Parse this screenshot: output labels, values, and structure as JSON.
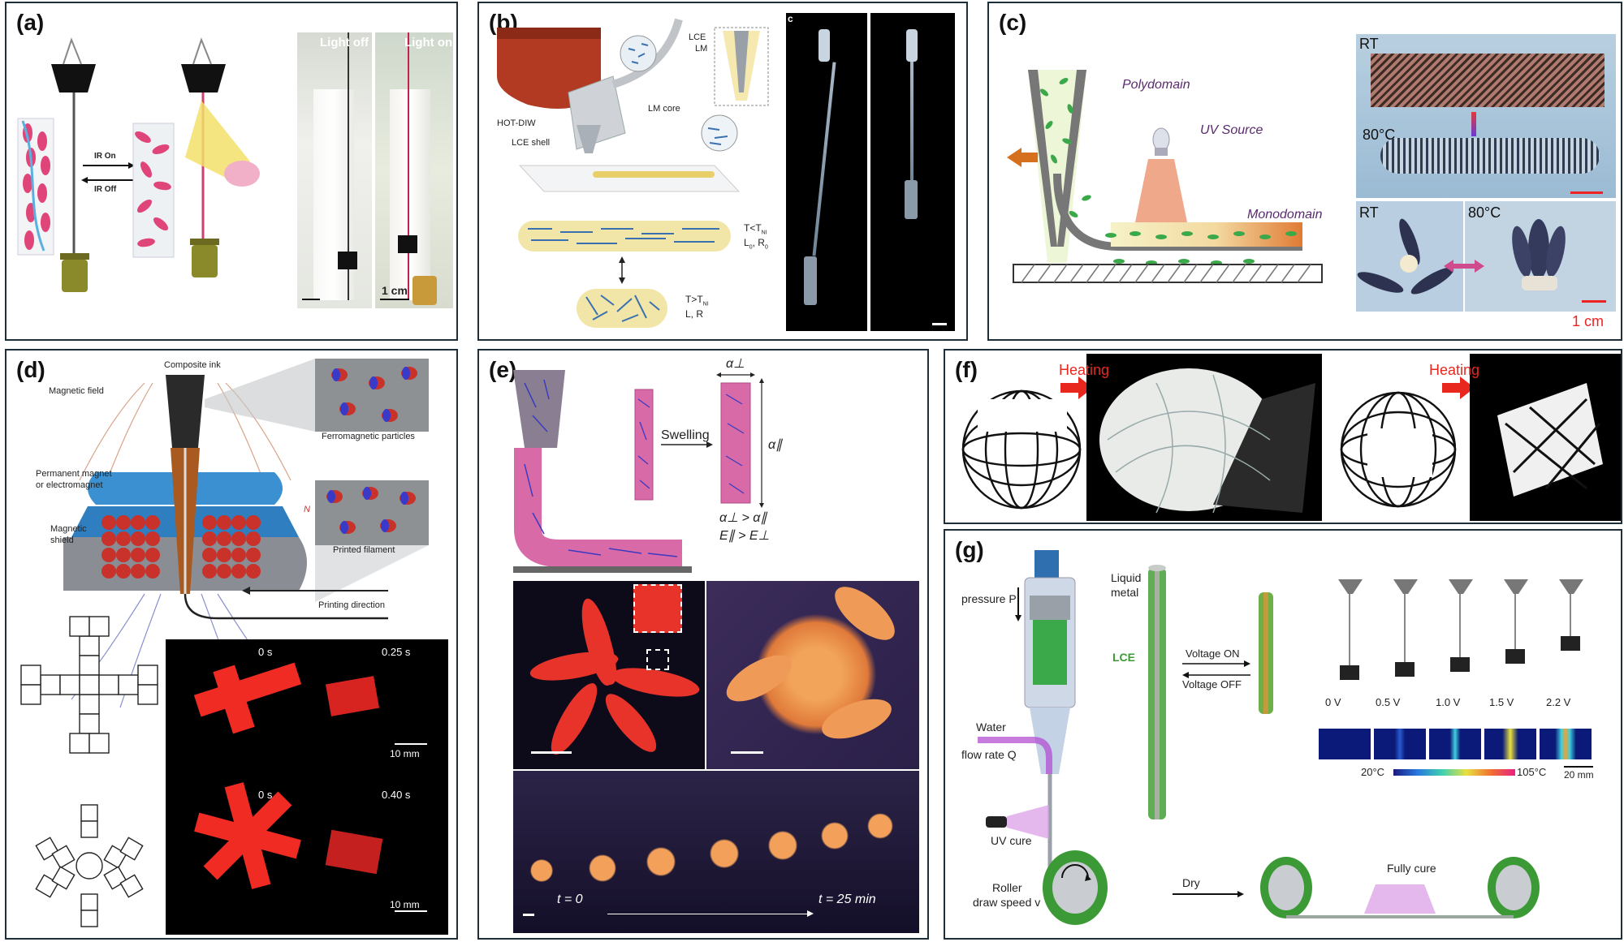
{
  "panels": {
    "a": {
      "label": "(a)",
      "ir_on": "IR On",
      "ir_off": "IR Off",
      "light_off": "Light off",
      "light_on": "Light on",
      "scale": "1 cm"
    },
    "b": {
      "label": "(b)",
      "sub_label": "c",
      "lce": "LCE",
      "lm": "LM",
      "hot_diw": "HOT-DIW",
      "lm_core": "LM core",
      "lce_shell": "LCE shell",
      "below_tni": "T<T",
      "below_tni_sub": "NI",
      "l0r0": "L",
      "l0r0_rest": "0",
      "l0r0_r": ", R",
      "l0r0_r_sub": "0",
      "above_tni": "T>T",
      "above_tni_sub": "NI",
      "lr": "L, R"
    },
    "c": {
      "label": "(c)",
      "polydomain": "Polydomain",
      "uv_source": "UV Source",
      "monodomain": "Monodomain",
      "rt_top": "RT",
      "temp_top": "80°C",
      "rt_bottom": "RT",
      "temp_bottom": "80°C",
      "scale": "1 cm"
    },
    "d": {
      "label": "(d)",
      "composite_ink": "Composite ink",
      "magnetic_field": "Magnetic field",
      "ferromagnetic": "Ferromagnetic particles",
      "permanent_magnet_1": "Permanent magnet",
      "permanent_magnet_2": "or electromagnet",
      "magnetic_shield_1": "Magnetic",
      "magnetic_shield_2": "shield",
      "n_pole": "N",
      "printed_filament": "Printed filament",
      "printing_direction": "Printing direction",
      "t0_top": "0 s",
      "t1_top": "0.25 s",
      "scale_top": "10 mm",
      "t0_bottom": "0 s",
      "t1_bottom": "0.40 s",
      "scale_bottom": "10 mm"
    },
    "e": {
      "label": "(e)",
      "swelling": "Swelling",
      "alpha_perp": "α⊥",
      "alpha_par": "α∥",
      "ineq1": "α⊥ > α∥",
      "ineq2": "E∥ > E⊥",
      "t_start": "t = 0",
      "t_end": "t = 25 min"
    },
    "f": {
      "label": "(f)",
      "heating_1": "Heating",
      "heating_2": "Heating"
    },
    "g": {
      "label": "(g)",
      "pressure": "pressure P",
      "liquid_metal_1": "Liquid",
      "liquid_metal_2": "metal",
      "lce": "LCE",
      "voltage_on": "Voltage ON",
      "voltage_off": "Voltage OFF",
      "water": "Water",
      "flow_rate": "flow rate Q",
      "uv_cure": "UV cure",
      "roller": "Roller",
      "draw_speed": "draw speed v",
      "dry": "Dry",
      "fully_cure": "Fully cure",
      "voltages": [
        "0 V",
        "0.5 V",
        "1.0 V",
        "1.5 V",
        "2.2 V"
      ],
      "temp_low": "20°C",
      "temp_high": "105°C",
      "scale": "20 mm"
    }
  },
  "colors": {
    "frame": "#1f2f3a",
    "pink": "#e0457a",
    "lce_green": "#3b9a35",
    "uv_purple": "#b34fd1",
    "heat_red": "#e8271f",
    "nozzle_red": "#b23a22",
    "magnet_blue": "#3a90d0"
  }
}
